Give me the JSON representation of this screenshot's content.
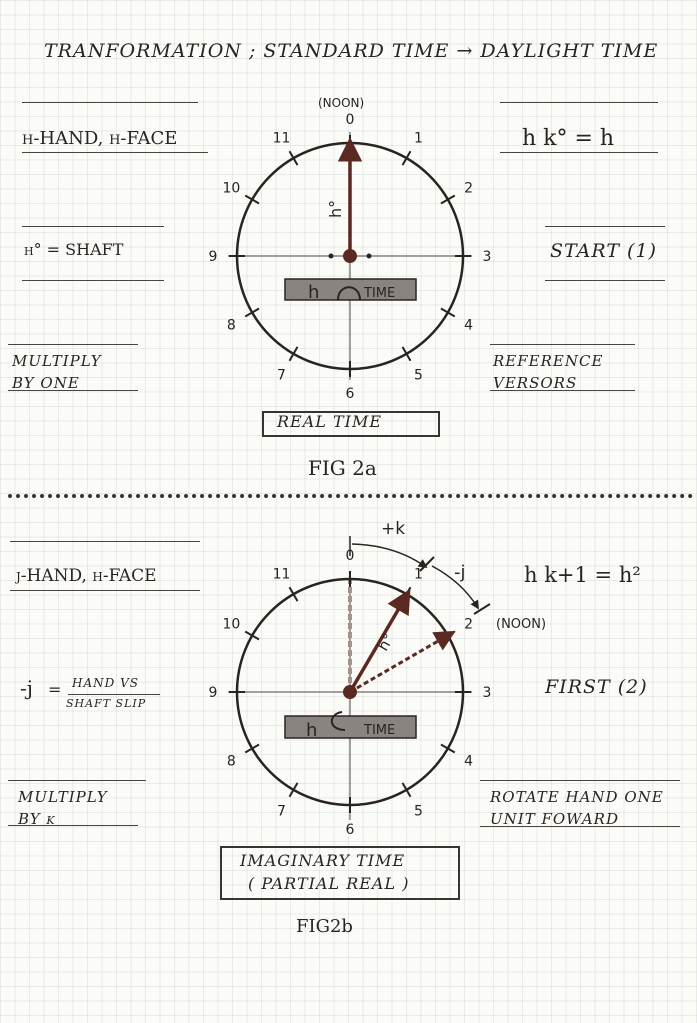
{
  "title": "TRANFORMATION ; STANDARD TIME → DAYLIGHT TIME",
  "fig_a": {
    "noon_label": "(NOON)",
    "left_face": "h-HAND, h-FACE",
    "left_shaft": "h° = SHAFT",
    "left_multiply": "MULTIPLY\nBY ONE",
    "right_eq": "h k° = h",
    "right_start": "START (1)",
    "right_ref": "REFERENCE\nVERSORS",
    "hand_label": "h°",
    "band_h": "h",
    "band_time": "TIME",
    "box_label": "REAL TIME",
    "caption": "FIG 2a",
    "numbers": [
      "0",
      "1",
      "2",
      "3",
      "4",
      "5",
      "6",
      "7",
      "8",
      "9",
      "10",
      "11"
    ]
  },
  "fig_b": {
    "left_face": "j-HAND, h-FACE",
    "left_j_prefix": "-j",
    "left_j_eq": "=",
    "left_j_num": "HAND VS",
    "left_j_den": "SHAFT SLIP",
    "left_multiply": "MULTIPLY\nBY k",
    "right_eq": "h k+1 = h²",
    "right_first": "FIRST (2)",
    "right_rotate": "ROTATE HAND ONE\nUNIT FOWARD",
    "plus_k": "+k",
    "minus_j": "-j",
    "noon_label": "(NOON)",
    "hand_label": "h°",
    "band_h": "h",
    "band_time": "TIME",
    "box_label_1": "IMAGINARY TIME",
    "box_label_2": "( PARTIAL REAL )",
    "caption": "FIG2b",
    "numbers": [
      "0",
      "1",
      "2",
      "3",
      "4",
      "5",
      "6",
      "7",
      "8",
      "9",
      "10",
      "11"
    ]
  },
  "colors": {
    "ink": "#2a2420",
    "hand": "#5a2a22",
    "band": "#8a8480"
  }
}
